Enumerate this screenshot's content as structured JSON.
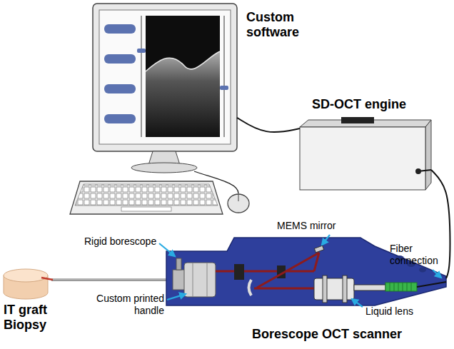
{
  "diagram": {
    "nodes": [
      {
        "text": [
          "Custom software"
        ]
      },
      {
        "text": [
          "SD-OCT engine"
        ]
      },
      {
        "text": [
          "Borescope OCT scanner"
        ]
      },
      {
        "text": [
          "IT graft Biopsy"
        ]
      }
    ],
    "edges": [
      {
        "from": 0,
        "to": 1,
        "arrow": "none"
      },
      {
        "from": 1,
        "to": 2,
        "arrow": "none"
      }
    ],
    "labels": [
      "Rigid borescope",
      "MEMS mirror",
      "Fiber connection",
      "Custom printed handle",
      "Liquid lens"
    ]
  }
}
